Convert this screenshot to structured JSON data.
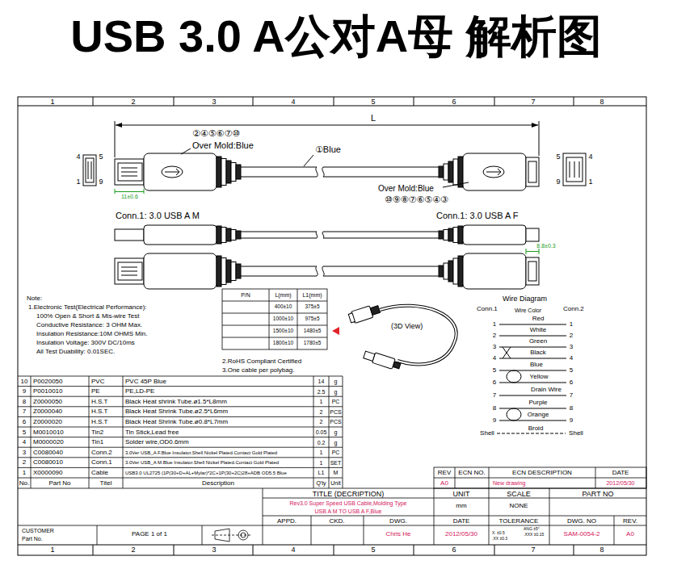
{
  "diagram": {
    "title": "USB 3.0 A公对A母 解析图",
    "labels": [
      "1",
      "2",
      "3",
      "4",
      "5",
      "6",
      "7",
      "8",
      "1",
      "2",
      "3",
      "4",
      "5",
      "6",
      "7",
      "8",
      "L",
      "②④⑤⑥⑦⑩",
      "Over Mold:Blue",
      "①Blue",
      "4",
      "5",
      "1",
      "9",
      "5",
      "4",
      "9",
      "1",
      "11±0.6",
      "Over Mold:Blue",
      "⑩⑨⑧⑦⑥⑤④③",
      "Conn.1: 3.0 USB A M",
      "Conn.1: 3.0 USB A F",
      "8.8±0.3",
      "Note:",
      "1.Electronic Test(Electrical Performance):",
      "100% Open & Short & Mis-wire Test",
      "Conductive Resistance: 3 OHM Max.",
      "Insulation Resistance:10M OHMS Min.",
      "Insulation Voltage: 300V DC/10ms",
      "All Test Duability: 0.01SEC.",
      "P/N",
      "L(mm)",
      "L1(mm)",
      "400±10",
      "375±5",
      "1000±10",
      "975±5",
      "1500±10",
      "1480±5",
      "1800±10",
      "1780±5",
      "2.RoHS Compliant Certified",
      "3.One cable per polybag.",
      "(3D View)",
      "Wire Diagram",
      "Conn.1",
      "Wire Color",
      "Conn.2",
      "1",
      "Red",
      "1",
      "2",
      "White",
      "2",
      "3",
      "Green",
      "3",
      "4",
      "Black",
      "4",
      "5",
      "Blue",
      "5",
      "6",
      "Yellow",
      "6",
      "7",
      "Drain Wire",
      "7",
      "8",
      "Purple",
      "8",
      "9",
      "Orange",
      "9",
      "Shell",
      "Broid",
      "Shell",
      "10",
      "P0020050",
      "PVC",
      "PVC 45P Blue",
      "14",
      "g",
      "9",
      "P0010010",
      "PE",
      "PE,LD-PE",
      "2.5",
      "g",
      "8",
      "Z0000050",
      "H.S.T",
      "Black Heat shrink Tube.ø1.5*L8mm",
      "1",
      "PC",
      "7",
      "Z0000040",
      "H.S.T",
      "Black Heat Shrink Tube.ø2.5*L6mm",
      "2",
      "PCS",
      "6",
      "Z0000020",
      "H.S.T",
      "Black Heat Shrink Tube.ø0.8*L7mm",
      "2",
      "PCS",
      "5",
      "M0010010",
      "Tin2",
      "Tin Stick,Lead free",
      "0.05",
      "g",
      "4",
      "M0000020",
      "Tin1",
      "Solder wire,OD0.6mm",
      "0.2",
      "g",
      "3",
      "C0080040",
      "Conn.2",
      "3.0Ver USB_A F.Blue Insulator.Shell Nickel Plated.Contact Gold Plated",
      "1",
      "PC",
      "2",
      "C0080010",
      "Conn.1",
      "3.0Ver USB_A M.Blue Insulator.Shell Nickel Plated.Contact Gold Plated",
      "1",
      "SET",
      "1",
      "X0000090",
      "Cable",
      "USB3.0 UL2725 (1P(30+D+AL+Mylar)*2C+1P(30+2C)28+ADB OD5.5 Blue",
      "L1",
      "M",
      "No.",
      "Part No",
      "Titel",
      "Description",
      "Q'ty",
      "Unit",
      "REV",
      "ECN NO.",
      "ECN DESCRIPTION",
      "DATE",
      "A0",
      "New drawing",
      "2012/05/30",
      "TITLE (DECRIPTION)",
      "UNIT",
      "SCALE",
      "PART NO",
      "Rev3.0 Super Speed USB Cable,Molding Type",
      "USB A M TO USB A F,Blue",
      "mm",
      "NONE",
      "APPD.",
      "CKD.",
      "DWG.",
      "DATE",
      "TOLERANCE",
      "DWG. NO",
      "REV.",
      "CUSTOMER",
      "Part No.",
      "PAGE 1 of 1",
      "Chris He",
      "2012/05/30",
      "ANG ±5°",
      "X. ±0.5",
      ".XXX ±0.15",
      ".XX ±0.3",
      "SAM-0054-2",
      "A0"
    ]
  }
}
